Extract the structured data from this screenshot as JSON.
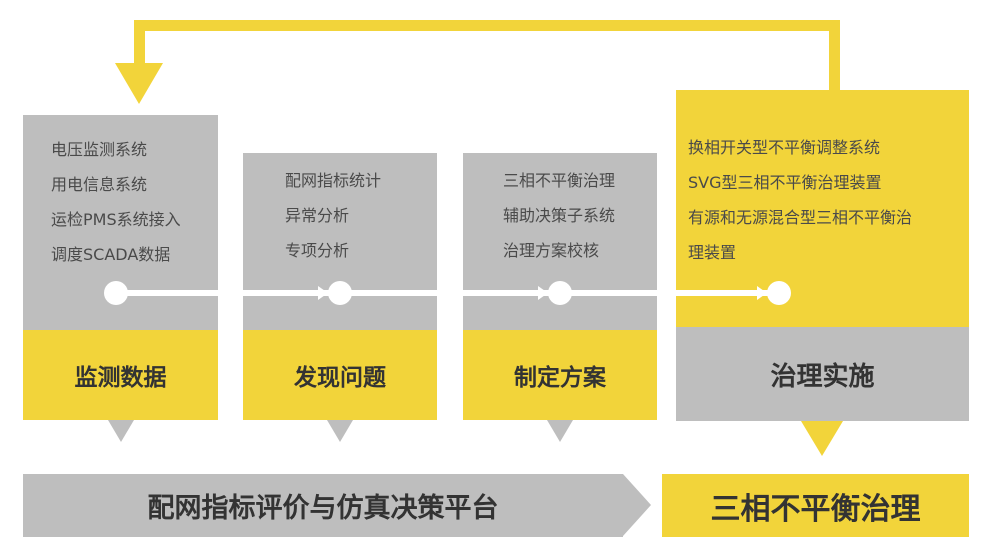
{
  "steps": [
    {
      "items": [
        "电压监测系统",
        "用电信息系统",
        "运检PMS系统接入",
        "调度SCADA数据"
      ],
      "label": "监测数据"
    },
    {
      "items": [
        "配网指标统计",
        "异常分析",
        "专项分析"
      ],
      "label": "发现问题"
    },
    {
      "items": [
        "三相不平衡治理",
        "辅助决策子系统",
        "治理方案校核"
      ],
      "label": "制定方案"
    },
    {
      "items": [
        "换相开关型不平衡调整系统",
        "SVG型三相不平衡治理装置",
        "有源和无源混合型三相不平衡治",
        "理装置"
      ],
      "label": "治理实施"
    }
  ],
  "platform_label": "配网指标评价与仿真决策平台",
  "result_label": "三相不平衡治理",
  "colors": {
    "gray": "#bebebe",
    "yellow": "#f2d43a"
  }
}
